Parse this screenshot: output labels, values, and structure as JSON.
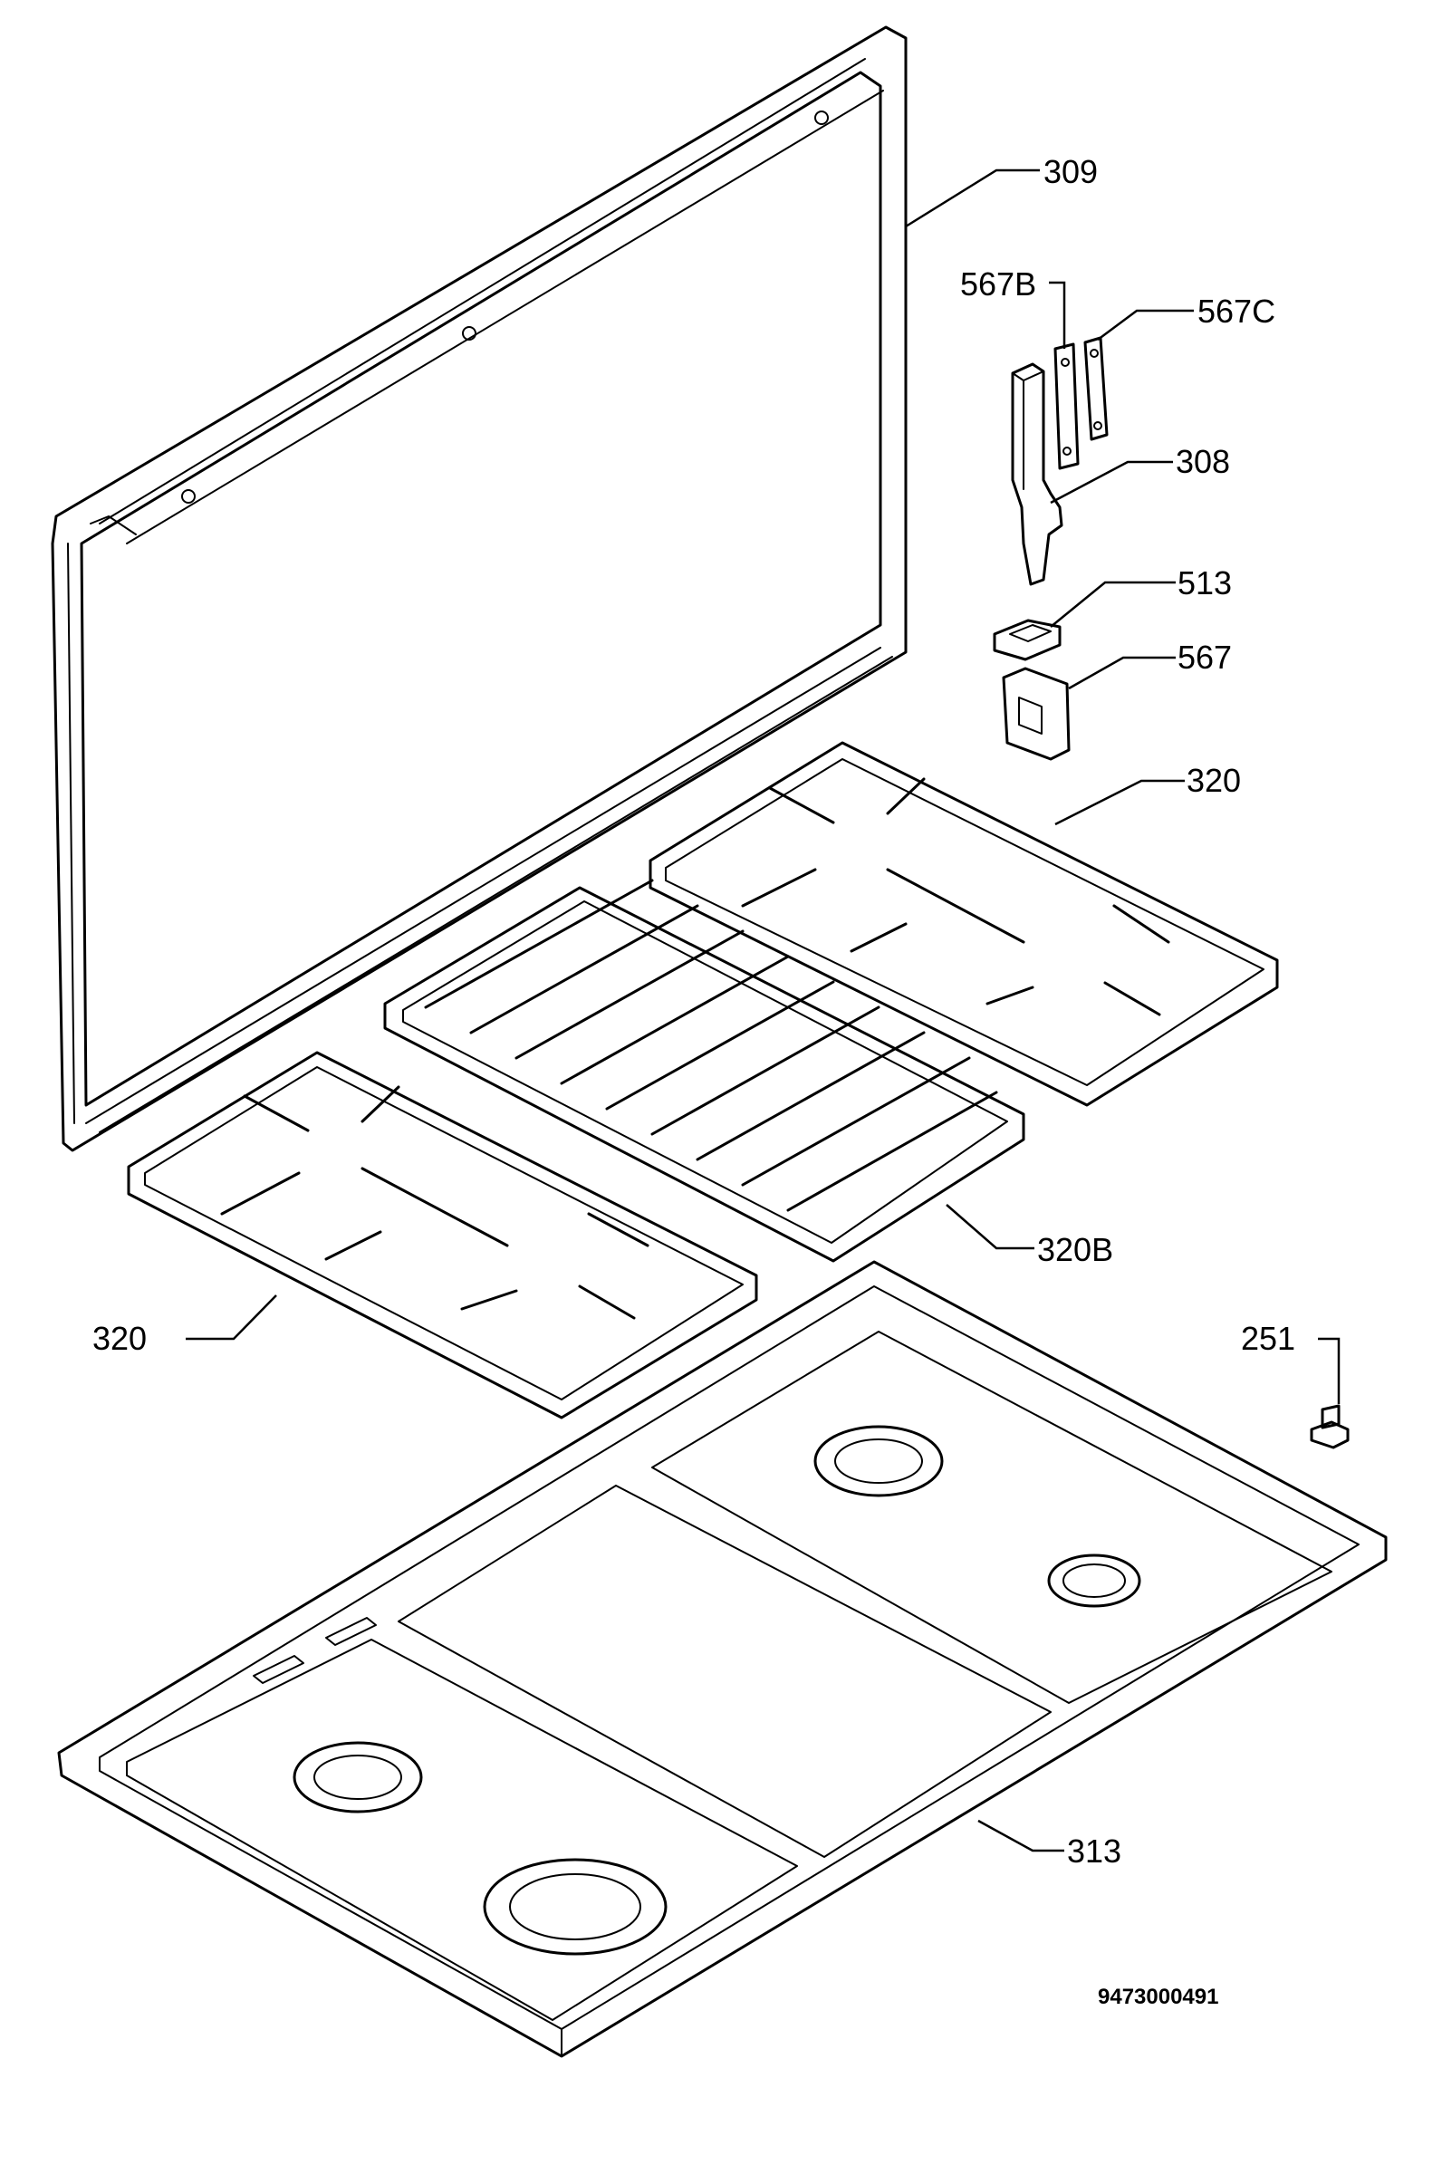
{
  "labels": {
    "p309": "309",
    "p567b": "567B",
    "p567c": "567C",
    "p308": "308",
    "p513": "513",
    "p567": "567",
    "p320_right": "320",
    "p320b": "320B",
    "p320_left": "320",
    "p251": "251",
    "p313": "313"
  },
  "drawing_number": "9473000491"
}
